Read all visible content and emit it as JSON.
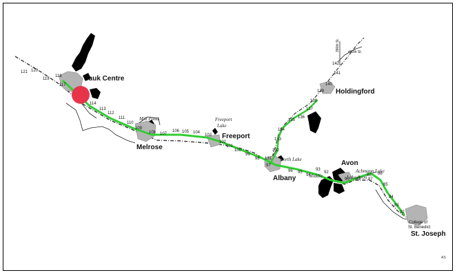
{
  "map": {
    "accent_trail": "#33cc33",
    "marker_color": "#e8344a",
    "town_fill": "#b4b4b4",
    "water_fill": "#000000",
    "towns": [
      {
        "id": "sauk-centre",
        "label": "Sauk Centre"
      },
      {
        "id": "melrose",
        "label": "Melrose"
      },
      {
        "id": "freeport",
        "label": "Freeport"
      },
      {
        "id": "albany",
        "label": "Albany"
      },
      {
        "id": "avon",
        "label": "Avon"
      },
      {
        "id": "holdingford",
        "label": "Holdingford"
      },
      {
        "id": "st-joseph",
        "label": "St. Joseph"
      }
    ],
    "lakes": [
      {
        "id": "mill-pond",
        "label": "Mill Pond"
      },
      {
        "id": "freeport-lake-1",
        "label": "Freeport"
      },
      {
        "id": "freeport-lake-2",
        "label": "Lake"
      },
      {
        "id": "north-lake",
        "label": "North Lake"
      },
      {
        "id": "schoolhouse-lake",
        "label": "Middle"
      },
      {
        "id": "achmann-lake",
        "label": "Achmann Lake"
      },
      {
        "id": "big-lake-avon",
        "label": "Lake Avon"
      }
    ],
    "college_lines": [
      "College of",
      "St. Benedict"
    ],
    "road_labels": [
      "460th St.",
      "390th St."
    ],
    "scale_label": "AS",
    "mile_markers": [
      "121",
      "120",
      "119",
      "118",
      "117",
      "114",
      "113",
      "112",
      "111",
      "110",
      "109",
      "108",
      "107",
      "106",
      "105",
      "104",
      "103",
      "102",
      "101",
      "100",
      "99",
      "98",
      "97",
      "96",
      "95",
      "94",
      "93",
      "92",
      "91",
      "90",
      "89",
      "88",
      "87",
      "86",
      "85",
      "84",
      "83",
      "82",
      "131",
      "132",
      "133",
      "134",
      "135",
      "136",
      "137",
      "138",
      "139",
      "140",
      "141",
      "142"
    ]
  }
}
